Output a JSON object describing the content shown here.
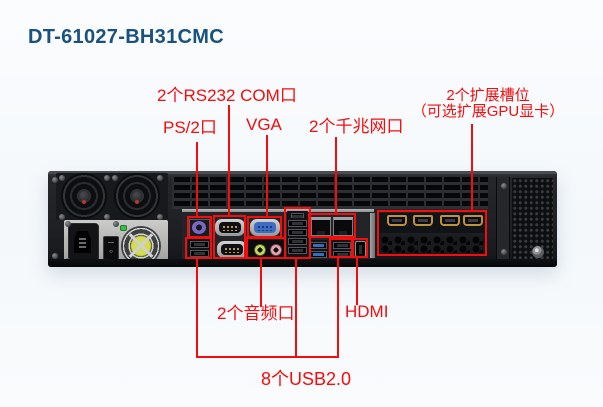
{
  "title": "DT-61027-BH31CMC",
  "colors": {
    "accent_red": "#f30d0d",
    "title_blue": "#19527f"
  },
  "callouts": {
    "rs232": "2个RS232 COM口",
    "ps2": "PS/2口",
    "vga": "VGA",
    "lan": "2个千兆网口",
    "expansion_line1": "2个扩展槽位",
    "expansion_line2": "（可选扩展GPU显卡）",
    "audio": "2个音频口",
    "hdmi": "HDMI",
    "usb": "8个USB2.0"
  }
}
